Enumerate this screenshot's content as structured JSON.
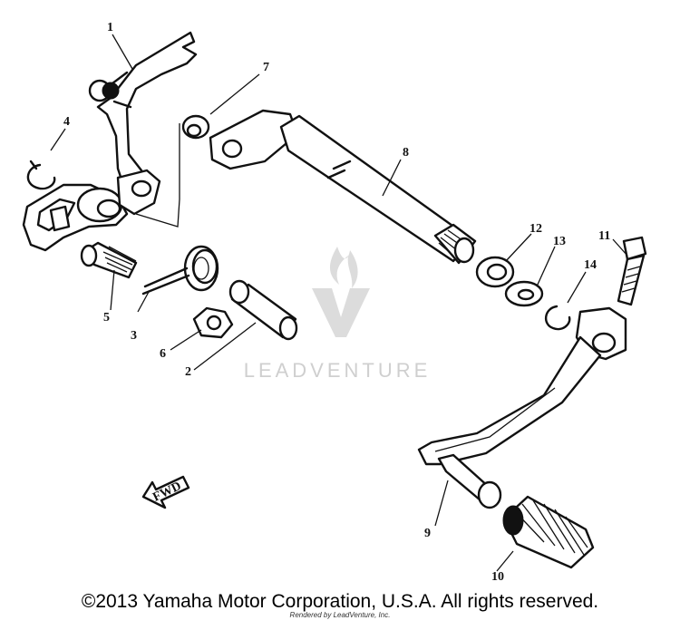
{
  "labels": {
    "p1": "1",
    "p2": "2",
    "p3": "3",
    "p4": "4",
    "p5": "5",
    "p6": "6",
    "p7": "7",
    "p8": "8",
    "p9": "9",
    "p10": "10",
    "p11": "11",
    "p12": "12",
    "p13": "13",
    "p14": "14"
  },
  "fwd_label": "FWD",
  "watermark": {
    "text": "LEADVENTURE"
  },
  "footer": {
    "copyright": "©2013 Yamaha Motor Corporation, U.S.A. All rights reserved.",
    "credit": "Rendered by LeadVenture, Inc."
  }
}
